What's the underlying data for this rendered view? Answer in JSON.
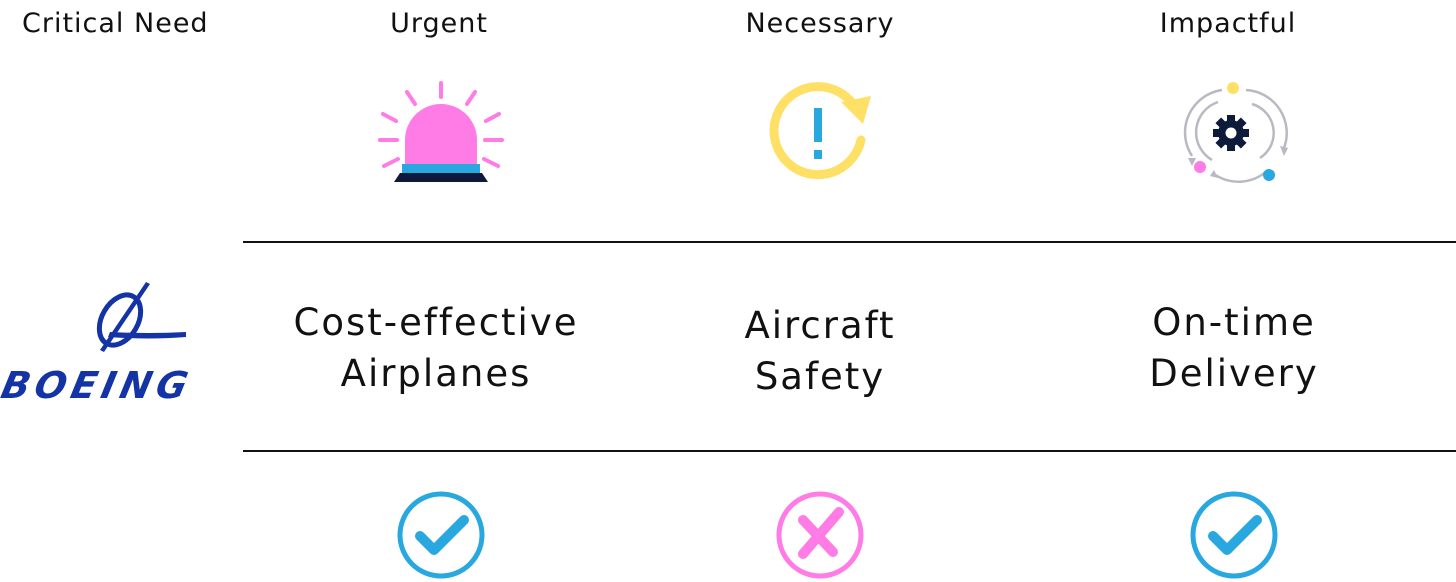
{
  "header": {
    "row_label": "Critical Need",
    "columns": [
      "Urgent",
      "Necessary",
      "Impactful"
    ]
  },
  "company": {
    "logo_text": "BOEING",
    "icon": "boeing-logo-icon"
  },
  "needs": [
    {
      "line1": "Cost-effective",
      "line2": "Airplanes"
    },
    {
      "line1": "Aircraft",
      "line2": "Safety"
    },
    {
      "line1": "On-time",
      "line2": "Delivery"
    }
  ],
  "column_icons": [
    "siren-icon",
    "warning-refresh-icon",
    "gear-cycle-icon"
  ],
  "status_icons": [
    "check-icon",
    "cross-icon",
    "check-icon"
  ],
  "colors": {
    "pink": "#ff7be6",
    "blue": "#29a8e0",
    "yellow": "#ffe066",
    "navy": "#0e1a3a",
    "gray": "#b9b9c4",
    "boeing_blue": "#1433a5"
  }
}
